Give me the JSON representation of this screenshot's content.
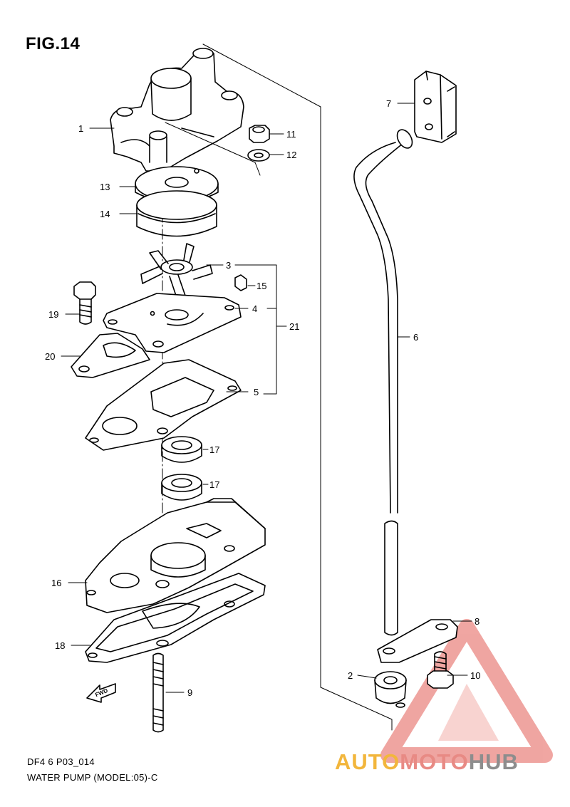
{
  "figure": {
    "title": "FIG.14"
  },
  "callouts": [
    {
      "id": "1",
      "text": "1"
    },
    {
      "id": "2",
      "text": "2"
    },
    {
      "id": "3",
      "text": "3"
    },
    {
      "id": "4",
      "text": "4"
    },
    {
      "id": "5",
      "text": "5"
    },
    {
      "id": "6",
      "text": "6"
    },
    {
      "id": "7",
      "text": "7"
    },
    {
      "id": "8",
      "text": "8"
    },
    {
      "id": "9",
      "text": "9"
    },
    {
      "id": "10",
      "text": "10"
    },
    {
      "id": "11",
      "text": "11"
    },
    {
      "id": "12",
      "text": "12"
    },
    {
      "id": "13",
      "text": "13"
    },
    {
      "id": "14",
      "text": "14"
    },
    {
      "id": "15",
      "text": "15"
    },
    {
      "id": "16",
      "text": "16"
    },
    {
      "id": "17a",
      "text": "17"
    },
    {
      "id": "17b",
      "text": "17"
    },
    {
      "id": "18",
      "text": "18"
    },
    {
      "id": "19",
      "text": "19"
    },
    {
      "id": "20",
      "text": "20"
    },
    {
      "id": "21",
      "text": "21"
    }
  ],
  "fwd_label": "FWD",
  "caption": {
    "code": "DF4 6 P03_014",
    "name": "WATER PUMP (MODEL:05)-C"
  },
  "watermark": {
    "part1": "AUTO",
    "part2": "MOTO",
    "part3": "HUB",
    "colors": {
      "yellow": "#f2b63c",
      "pink": "#e88a84",
      "gray": "#8d8d8d"
    }
  }
}
